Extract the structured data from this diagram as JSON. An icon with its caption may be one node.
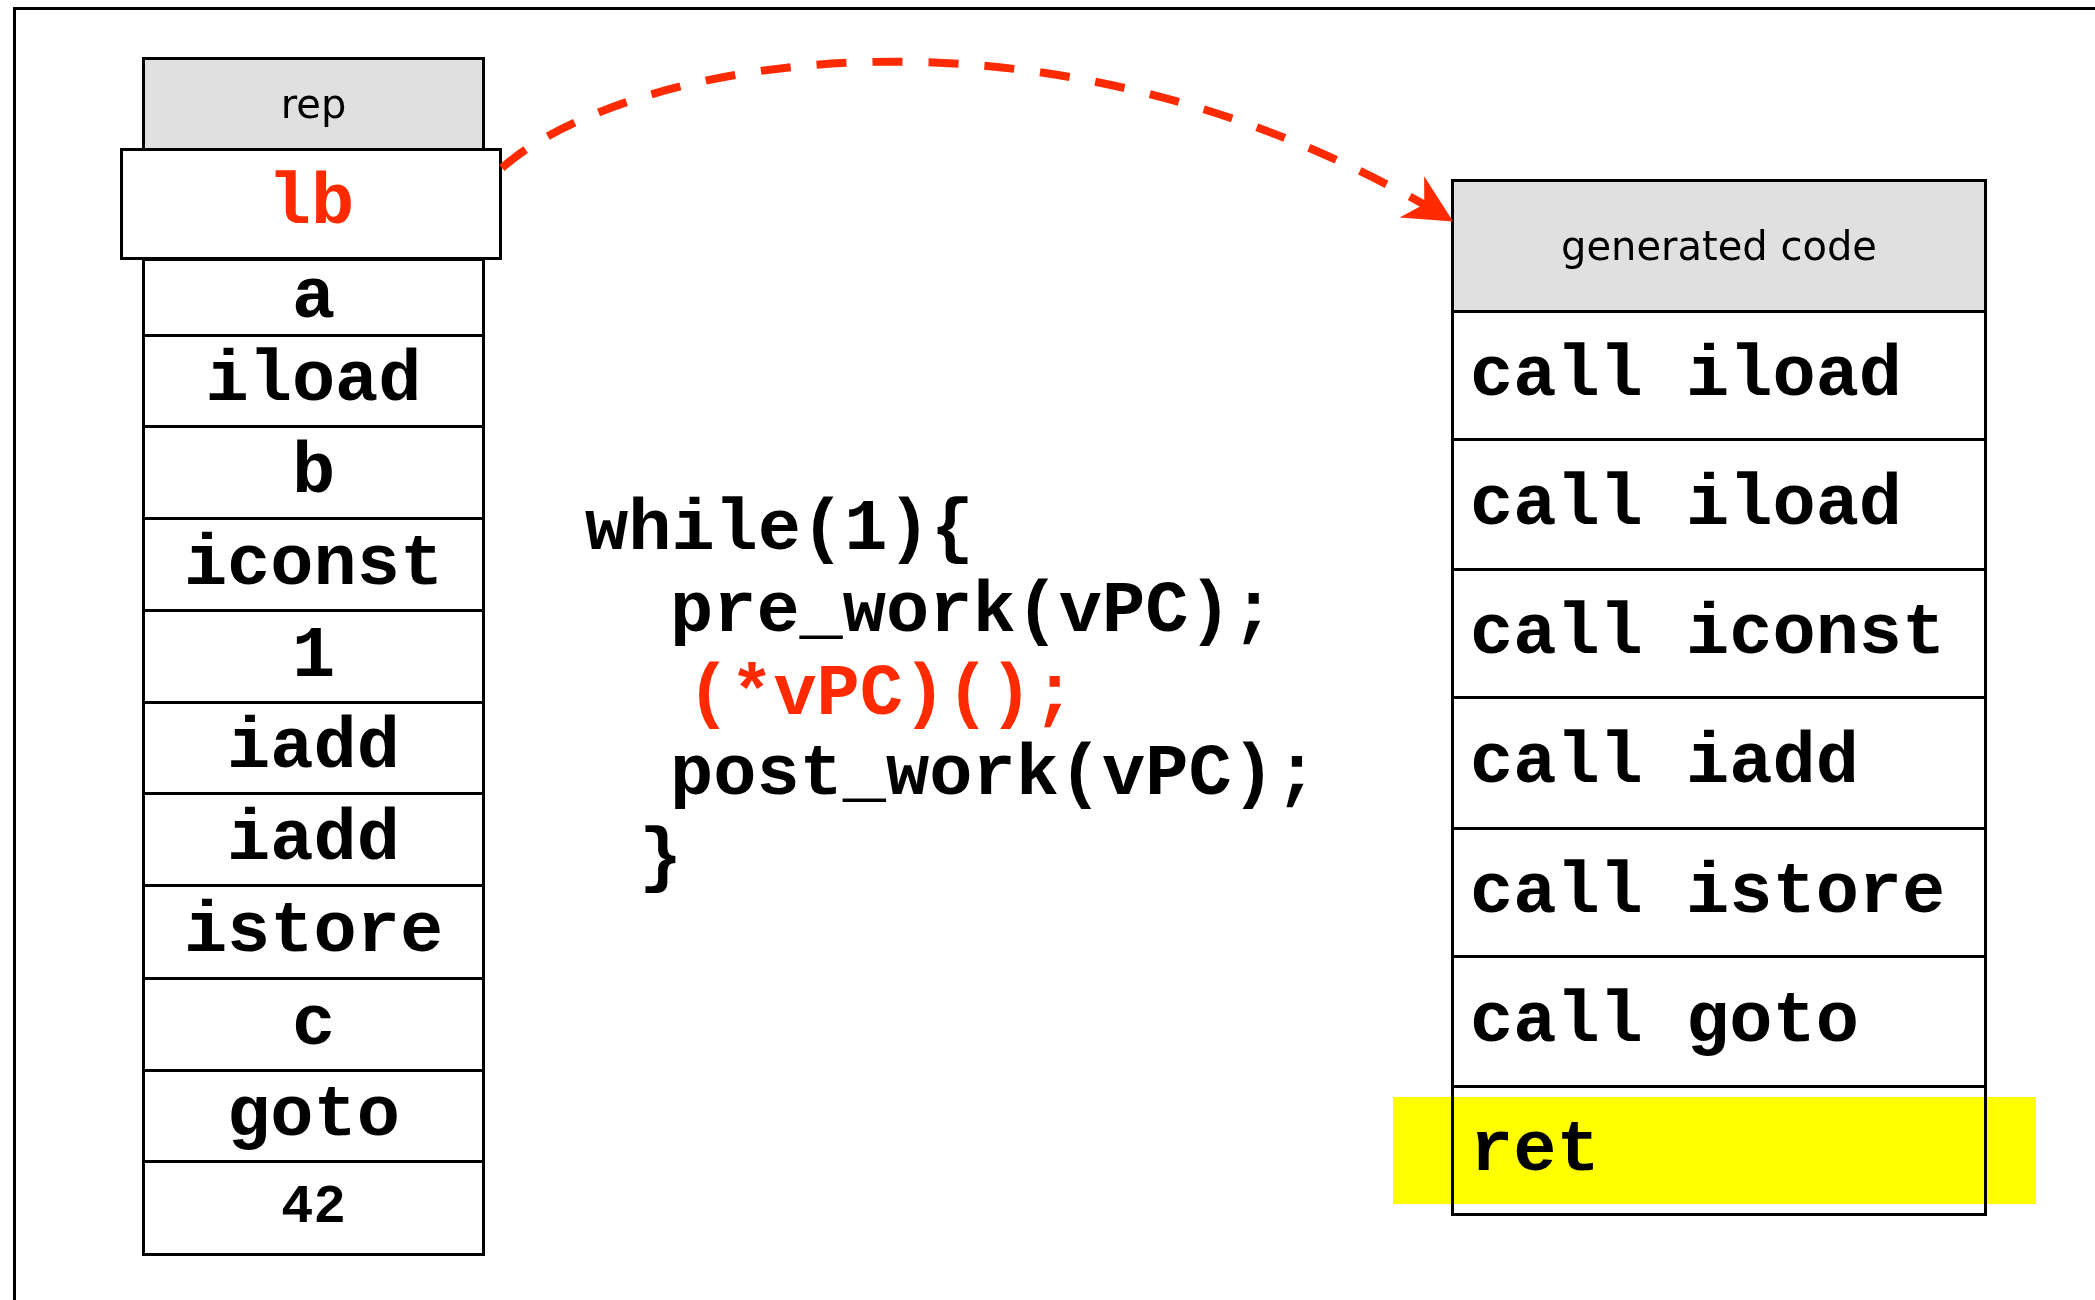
{
  "diagram": {
    "nodes": [
      {
        "text": [
          "rep"
        ]
      },
      {
        "text": [
          "lb"
        ]
      },
      {
        "text": [
          "a"
        ]
      },
      {
        "text": [
          "iload"
        ]
      },
      {
        "text": [
          "b"
        ]
      },
      {
        "text": [
          "iconst"
        ]
      },
      {
        "text": [
          "1"
        ]
      },
      {
        "text": [
          "iadd"
        ]
      },
      {
        "text": [
          "iadd"
        ]
      },
      {
        "text": [
          "istore"
        ]
      },
      {
        "text": [
          "c"
        ]
      },
      {
        "text": [
          "goto"
        ]
      },
      {
        "text": [
          "42"
        ]
      },
      {
        "text": [
          "generated code"
        ]
      },
      {
        "text": [
          "call iload"
        ]
      },
      {
        "text": [
          "call iload"
        ]
      },
      {
        "text": [
          "call iconst"
        ]
      },
      {
        "text": [
          "call iadd"
        ]
      },
      {
        "text": [
          "call istore"
        ]
      },
      {
        "text": [
          "call goto"
        ]
      },
      {
        "text": [
          "ret"
        ]
      }
    ],
    "edges": [
      {
        "from": 1,
        "to": 13,
        "arrow": "to",
        "style": "dashed",
        "color": "#ff2a00"
      }
    ],
    "labels": [
      "while(1){",
      "pre_work(vPC);",
      "(*vPC)();",
      "post_work(vPC);",
      "}"
    ]
  }
}
